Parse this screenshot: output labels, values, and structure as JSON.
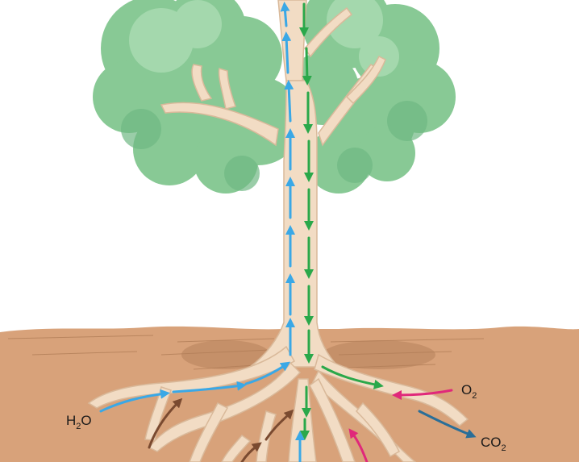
{
  "labels": {
    "water": {
      "main": "H",
      "sub": "2",
      "tail": "O"
    },
    "oxygen": {
      "main": "O",
      "sub": "2"
    },
    "carbon_dioxide": {
      "main": "CO",
      "sub": "2"
    }
  },
  "colors": {
    "water_flow": "#3aa8e6",
    "sugar_flow": "#2aa84a",
    "oxygen_flow": "#e0287a",
    "co2_flow": "#2a6e98",
    "mineral_flow": "#7a4a30",
    "soil": "#d8a27a",
    "wood": "#f2dcc4",
    "foliage": "#8fcd9c"
  },
  "icons": {
    "canopy": "tree-canopy-icon",
    "trunk": "tree-trunk-icon",
    "roots": "root-system-icon",
    "soil": "soil-icon"
  }
}
